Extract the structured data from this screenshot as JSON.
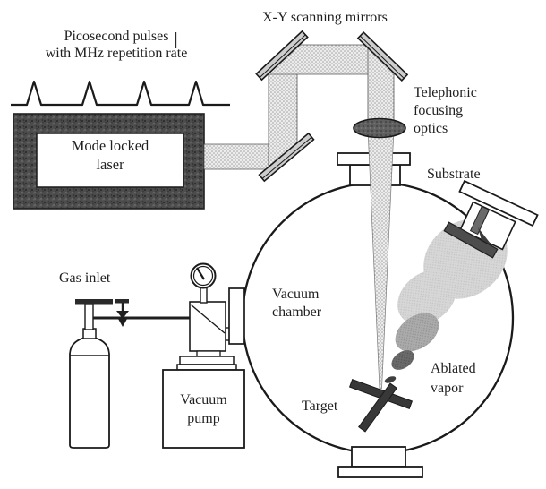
{
  "labels": {
    "pulse": [
      "Picosecond pulses",
      "with MHz repetition rate"
    ],
    "laser": [
      "Mode locked",
      "laser"
    ],
    "mirrors": "X-Y scanning mirrors",
    "optics": [
      "Telephonic",
      "focusing",
      "optics"
    ],
    "substrate": "Substrate",
    "chamber": [
      "Vacuum",
      "chamber"
    ],
    "gas_inlet": "Gas inlet",
    "pump": [
      "Vacuum",
      "pump"
    ],
    "target": "Target",
    "vapor": [
      "Ablated",
      "vapor"
    ]
  },
  "colors": {
    "background": "#ffffff",
    "line": "#1a1a1a",
    "text": "#1f1f1f",
    "laser_box": "#4c4c4c",
    "beam_fill": "#ececec",
    "beam_dot": "#9b9b9b",
    "mirror_fill": "#cdcdcd",
    "lens_fill": "#5f5f5f",
    "target_fill": "#383838",
    "substrate_holder": "#4d4d4d",
    "vapor_light": "#d7d7d7",
    "vapor_medium": "#ababab",
    "vapor_dark": "#6b6b6b"
  }
}
